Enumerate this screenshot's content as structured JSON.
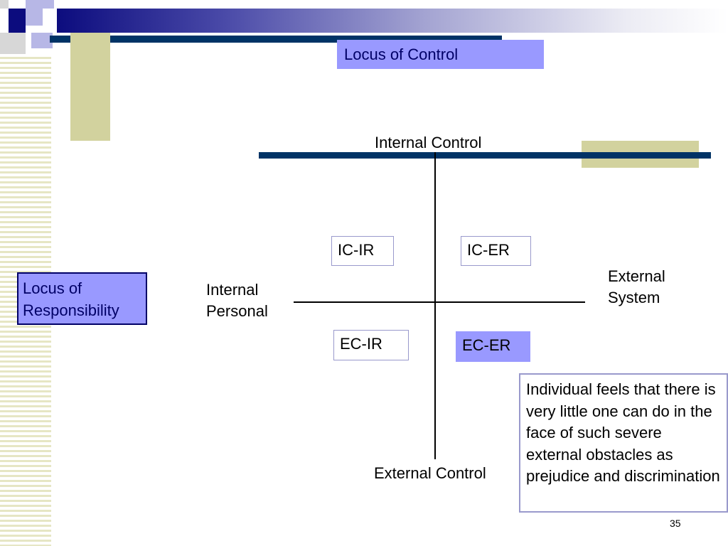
{
  "title": "Locus of Control",
  "axes": {
    "top": "Internal Control",
    "bottom": "External Control",
    "left": "Internal\nPersonal",
    "right": "External\nSystem"
  },
  "quadrants": {
    "top_left": "IC-IR",
    "top_right": "IC-ER",
    "bottom_left": "EC-IR",
    "bottom_right": "EC-ER"
  },
  "side_label": "Locus of\nResponsibility",
  "note": "Individual feels that there is very little one can do in the face of such severe external obstacles as prejudice and discrimination",
  "page_number": "35",
  "colors": {
    "accent": "#9999ff",
    "navy": "#003366",
    "tan": "#d2d29e"
  }
}
